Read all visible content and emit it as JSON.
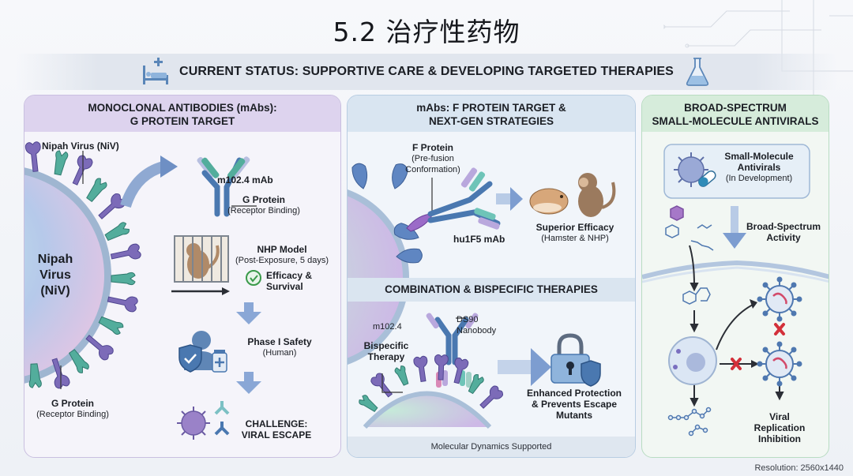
{
  "title": "5.2 治疗性药物",
  "status_bar": {
    "text": "CURRENT STATUS: SUPPORTIVE CARE & DEVELOPING TARGETED THERAPIES",
    "left_icon": "hospital-bed-icon",
    "right_icon": "flask-icon"
  },
  "panels": {
    "mabs_g": {
      "header_line1": "MONOCLONAL ANTIBODIES (mAbs):",
      "header_line2": "G PROTEIN TARGET",
      "virus_label": "Nipah Virus (NiV)",
      "virus_body_line1": "Nipah",
      "virus_body_line2": "Virus",
      "virus_body_line3": "(NiV)",
      "g_protein_label": "G Protein",
      "g_protein_sub": "(Receptor Binding)",
      "antibody_name": "m102.4 mAb",
      "antibody_target": "G Protein",
      "antibody_target_sub": "(Receptor Binding)",
      "nhp_title": "NHP Model",
      "nhp_sub": "(Post-Exposure, 5 days)",
      "efficacy_line1": "Efficacy &",
      "efficacy_line2": "Survival",
      "phase_title": "Phase I Safety",
      "phase_sub": "(Human)",
      "challenge_line1": "CHALLENGE:",
      "challenge_line2": "VIRAL ESCAPE"
    },
    "mabs_f": {
      "header_line1": "mAbs: F PROTEIN TARGET &",
      "header_line2": "NEXT-GEN STRATEGIES",
      "f_protein": "F Protein",
      "f_protein_sub1": "(Pre-fusion",
      "f_protein_sub2": "Conformation)",
      "antibody_name": "hu1F5 mAb",
      "efficacy_title": "Superior Efficacy",
      "efficacy_sub": "(Hamster & NHP)",
      "combo_header": "COMBINATION & BISPECIFIC THERAPIES",
      "combo_m102": "m102.4",
      "combo_ds90_line1": "DS90",
      "combo_ds90_line2": "Nanobody",
      "bispecific_line1": "Bispecific",
      "bispecific_line2": "Therapy",
      "protection_line1": "Enhanced Protection",
      "protection_line2": "& Prevents Escape",
      "protection_line3": "Mutants",
      "footer": "Molecular Dynamics Supported"
    },
    "small_molecule": {
      "header_line1": "BROAD-SPECTRUM",
      "header_line2": "SMALL-MOLECULE ANTIVIRALS",
      "box_line1": "Small-Molecule",
      "box_line2": "Antivirals",
      "box_sub": "(In Development)",
      "activity_line1": "Broad-Spectrum",
      "activity_line2": "Activity",
      "result_line1": "Viral",
      "result_line2": "Replication",
      "result_line3": "Inhibition"
    }
  },
  "colors": {
    "purple_panel": "#ddd3ee",
    "blue_panel": "#d9e5f1",
    "green_panel": "#d6ecdb",
    "spike_purple": "#7c6bb8",
    "spike_teal": "#4fa99a",
    "antibody_blue": "#4a78b0",
    "block_red": "#d3303a",
    "check_green": "#3a9a4a"
  },
  "resolution_note": "Resolution: 2560x1440"
}
